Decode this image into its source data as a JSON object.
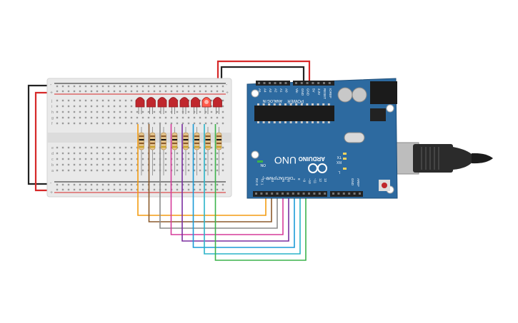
{
  "arduino": {
    "brand": "ARDUINO",
    "model": "UNO",
    "power_label": "POWER",
    "analog_label": "ANALOG IN",
    "digital_label": "DIGITAL (PWM~)",
    "on_label": "ON",
    "tx_label": "TX",
    "rx_label": "RX",
    "l_label": "L",
    "aref_label": "AREF",
    "gnd_label": "GND",
    "power_pins": [
      "IOREF",
      "RESET",
      "3.3V",
      "5V",
      "GND",
      "GND",
      "Vin"
    ],
    "analog_pins": [
      "A0",
      "A1",
      "A2",
      "A3",
      "A4",
      "A5"
    ],
    "digital_pins": [
      "13",
      "12",
      "~11",
      "~10",
      "~9",
      "8",
      "7",
      "~6",
      "~5",
      "4",
      "~3",
      "2",
      "TX 1",
      "RX 0"
    ]
  },
  "breadboard": {
    "row_letters": [
      "a",
      "b",
      "c",
      "d",
      "e",
      "f",
      "g",
      "h",
      "i",
      "j"
    ],
    "rail_plus": "+",
    "rail_minus": "-"
  },
  "leds": {
    "count": 8,
    "color": "#c0272d",
    "lit_color": "#ff5a4a",
    "lit_index": 6
  },
  "wire_colors": [
    "#f39c12",
    "#8b5a2b",
    "#8c8c8c",
    "#d63b9a",
    "#7b2fa0",
    "#1a9bd7",
    "#2ab3c9",
    "#3cb44b"
  ],
  "colors": {
    "board": "#2d6aa0",
    "breadboard": "#eeeeee",
    "rail_red": "#d62828",
    "rail_black": "#222222"
  }
}
